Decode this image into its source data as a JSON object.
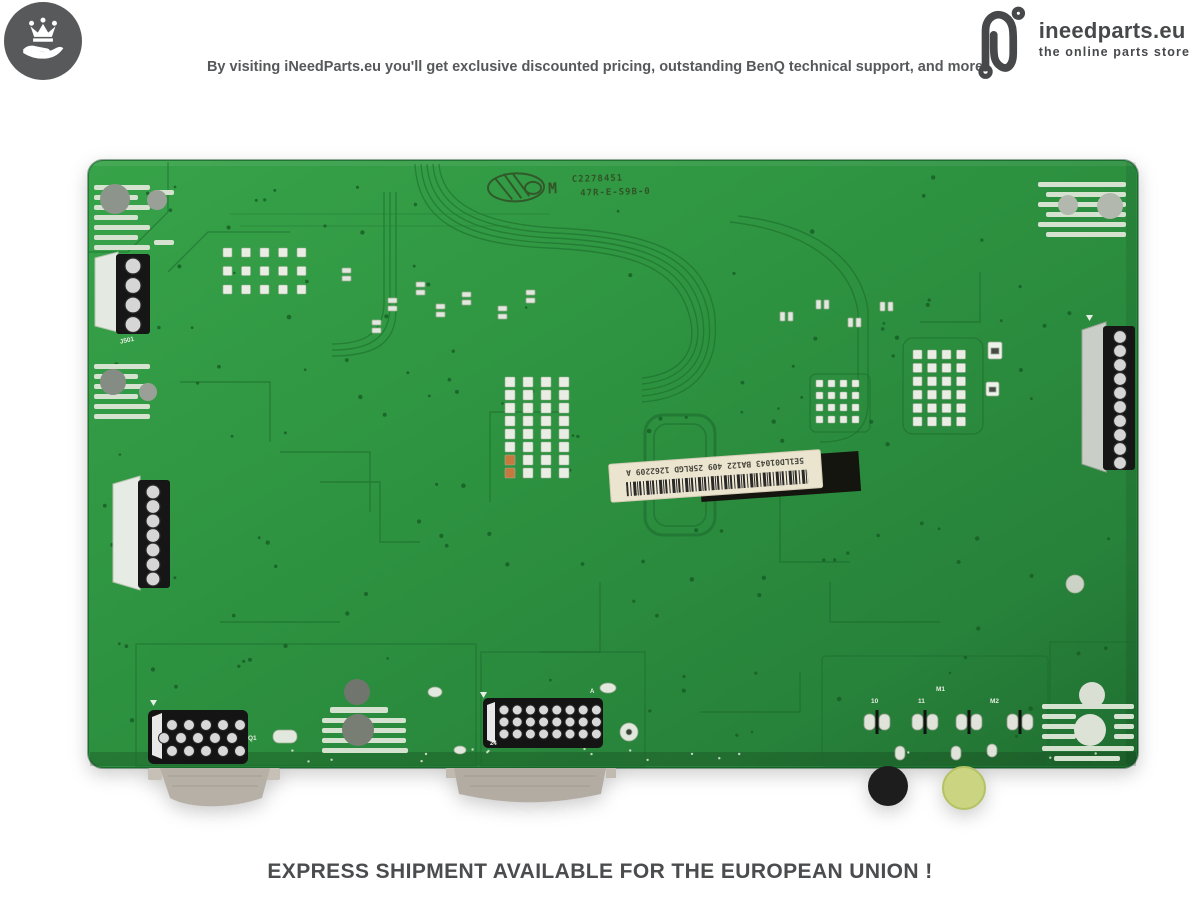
{
  "header": {
    "tagline": "By visiting iNeedParts.eu you'll get exclusive discounted pricing, outstanding BenQ technical support, and more",
    "brand_name": "ineedparts.eu",
    "brand_slogan": "the online parts store"
  },
  "footer": {
    "message": "EXPRESS SHIPMENT AVAILABLE FOR THE EUROPEAN UNION !"
  },
  "pcb": {
    "sticker_part_number": "5E1LD01043 BA122 409 25RLGD 1262209 A",
    "markings": {
      "logo": "M",
      "line1": "C2278451",
      "line2": "47R-E-S9B-0"
    },
    "labels": {
      "j501": "J501",
      "q1": "Q1",
      "p24": "24",
      "pa": "A",
      "p10": "10",
      "p11": "11",
      "m1": "M1",
      "m2": "M2"
    },
    "colors": {
      "board_green": "#2d9140",
      "trace": "#1b6b2b",
      "silkscreen": "#e7efe3",
      "pad_silver": "#d8d8d8",
      "connector_black": "#161616",
      "sticker": "#ebe4cf",
      "brand_gray": "#47484a"
    }
  }
}
